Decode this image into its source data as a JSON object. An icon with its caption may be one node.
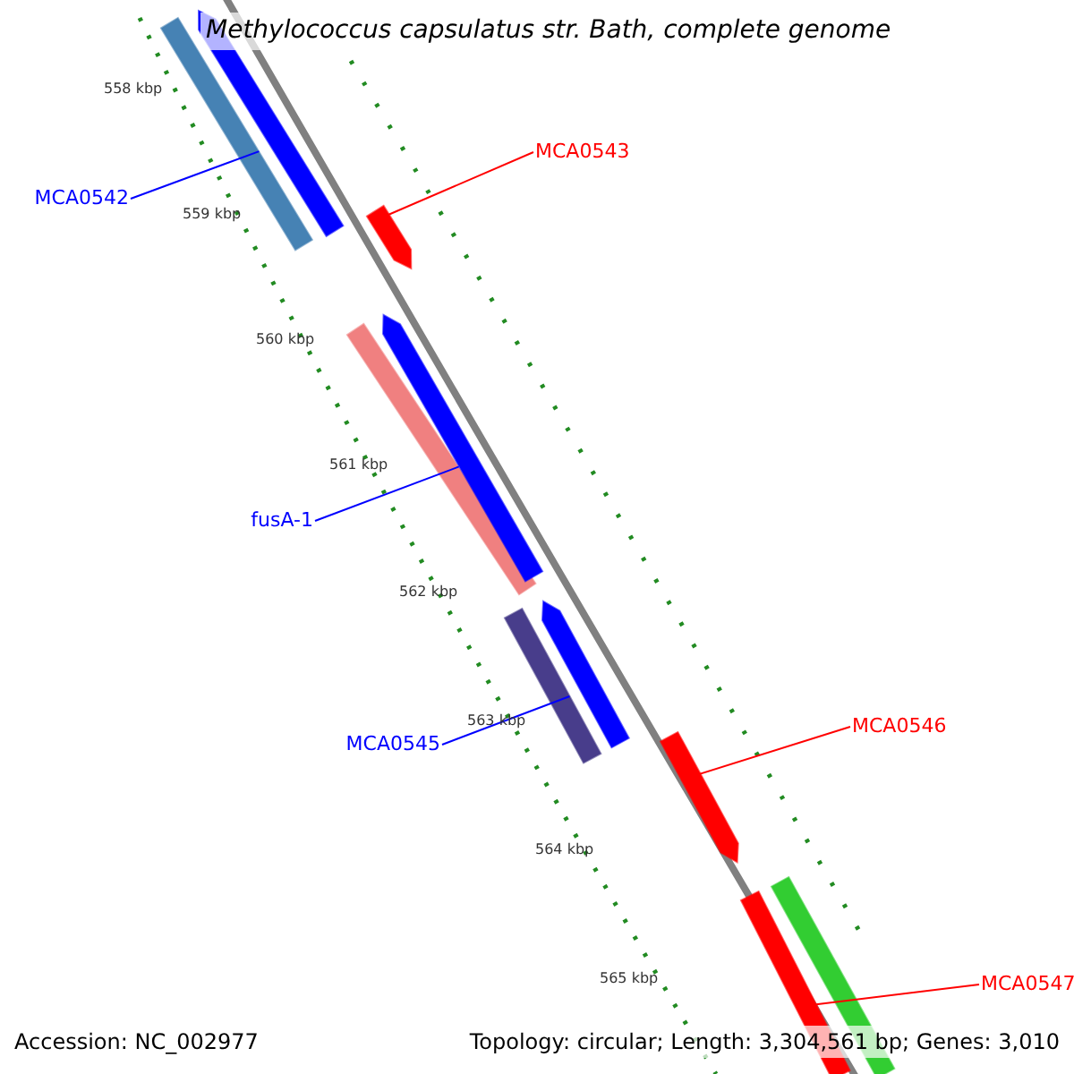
{
  "diagram": {
    "title": "Methylococcus capsulatus str. Bath, complete genome",
    "nodes": [
      {
        "text": [
          "MCA0542"
        ]
      },
      {
        "text": [
          "MCA0543"
        ]
      },
      {
        "text": [
          "fusA-1"
        ]
      },
      {
        "text": [
          "MCA0545"
        ]
      },
      {
        "text": [
          "MCA0546"
        ]
      },
      {
        "text": [
          "MCA0547"
        ]
      },
      {
        "text": [],
        "shape": "bar"
      },
      {
        "text": [],
        "shape": "bar"
      },
      {
        "text": [],
        "shape": "bar"
      },
      {
        "text": [],
        "shape": "bar"
      },
      {
        "text": [],
        "shape": "bar"
      },
      {
        "text": [],
        "shape": "bar"
      },
      {
        "text": [],
        "shape": "bar"
      },
      {
        "text": [],
        "shape": "bar"
      },
      {
        "text": [],
        "shape": "bar"
      },
      {
        "text": [],
        "shape": "bar"
      }
    ],
    "edges": [
      {
        "from": 0,
        "to": 7,
        "arrow": "none"
      },
      {
        "from": 1,
        "to": 8,
        "arrow": "none",
        "color": "#ff0000"
      },
      {
        "from": 2,
        "to": 9,
        "arrow": "none"
      },
      {
        "from": 3,
        "to": 11,
        "arrow": "none"
      },
      {
        "from": 4,
        "to": 13,
        "arrow": "none",
        "color": "#ff0000"
      },
      {
        "from": 5,
        "to": 14,
        "arrow": "none",
        "color": "#ff0000"
      }
    ],
    "labels": [
      "558 kbp",
      "559 kbp",
      "560 kbp",
      "561 kbp",
      "562 kbp",
      "563 kbp",
      "564 kbp",
      "565 kbp",
      "Accession: NC_002977",
      "Topology: circular; Length: 3,304,561 bp; Genes: 3,010"
    ]
  }
}
